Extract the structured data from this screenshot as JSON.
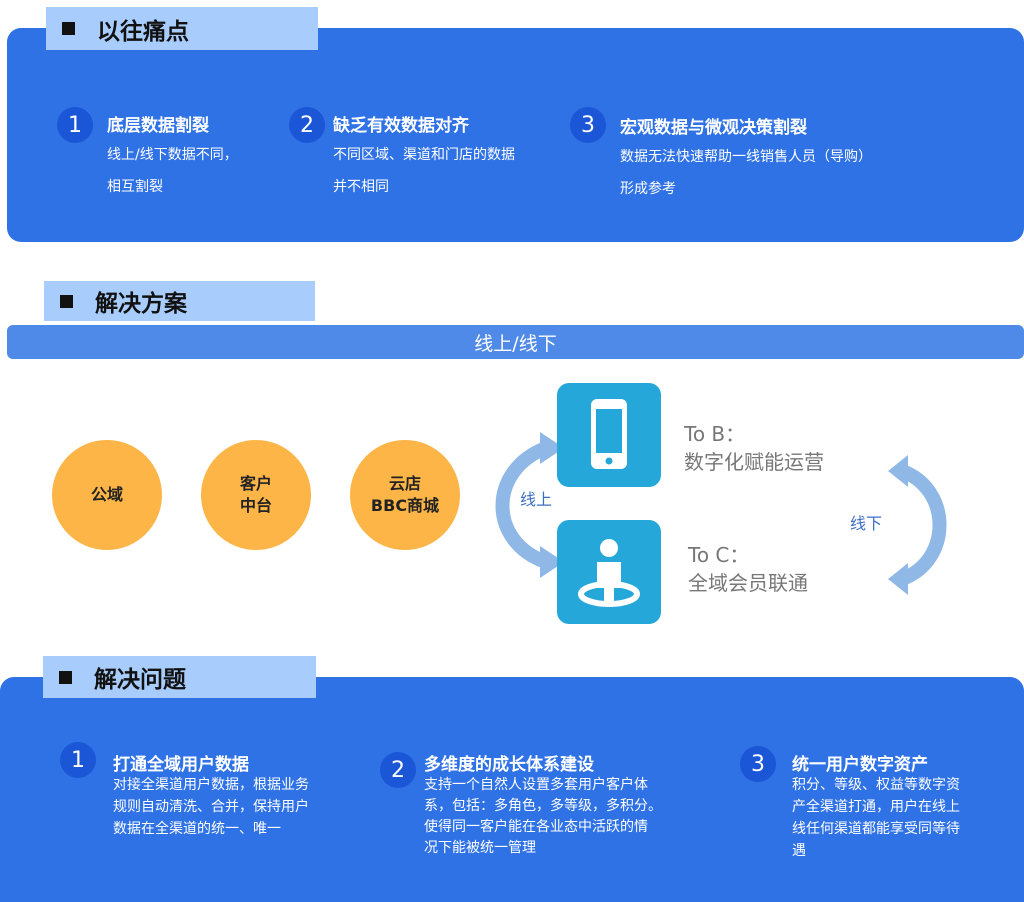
{
  "past": {
    "tag": "以往痛点",
    "items": [
      {
        "num": "1",
        "title": "底层数据割裂",
        "desc": [
          "线上/线下数据不同，",
          "相互割裂"
        ]
      },
      {
        "num": "2",
        "title": "缺乏有效数据对齐",
        "desc": [
          "不同区域、渠道和门店的数据",
          "并不相同"
        ]
      },
      {
        "num": "3",
        "title": "宏观数据与微观决策割裂",
        "desc": [
          "数据无法快速帮助一线销售人员（导购）",
          "形成参考"
        ]
      }
    ]
  },
  "solution": {
    "tag": "解决方案",
    "bar": "线上/线下",
    "circles": [
      {
        "lines": [
          "公域"
        ]
      },
      {
        "lines": [
          "客户",
          "中台"
        ]
      },
      {
        "lines": [
          "云店",
          "BBC商城"
        ]
      }
    ],
    "online_label": "线上",
    "offline_label": "线下",
    "tob": {
      "line1": "To B：",
      "line2": "数字化赋能运营"
    },
    "toc": {
      "line1": "To C：",
      "line2": "全域会员联通"
    },
    "icons": {
      "phone": "phone-icon",
      "person": "person-icon"
    }
  },
  "problems": {
    "tag": "解决问题",
    "items": [
      {
        "num": "1",
        "title": "打通全域用户数据",
        "desc": [
          "对接全渠道用户数据，根据业务",
          "规则自动清洗、合并，保持用户",
          "数据在全渠道的统一、唯一"
        ]
      },
      {
        "num": "2",
        "title": "多维度的成长体系建设",
        "desc": [
          "支持一个自然人设置多套用户客户体",
          "系，包括：多角色，多等级，多积分。",
          "使得同一客户能在各业态中活跃的情",
          "况下能被统一管理"
        ]
      },
      {
        "num": "3",
        "title": "统一用户数字资产",
        "desc": [
          "积分、等级、权益等数字资",
          "产全渠道打通，用户在线上",
          "线任何渠道都能享受同等待",
          "遇"
        ]
      }
    ]
  },
  "colors": {
    "panel": "#2f72e6",
    "tag": "#a8cdfd",
    "circle": "#fdb547",
    "icon_box": "#26a7da",
    "arrow": "#8fb8e6"
  }
}
